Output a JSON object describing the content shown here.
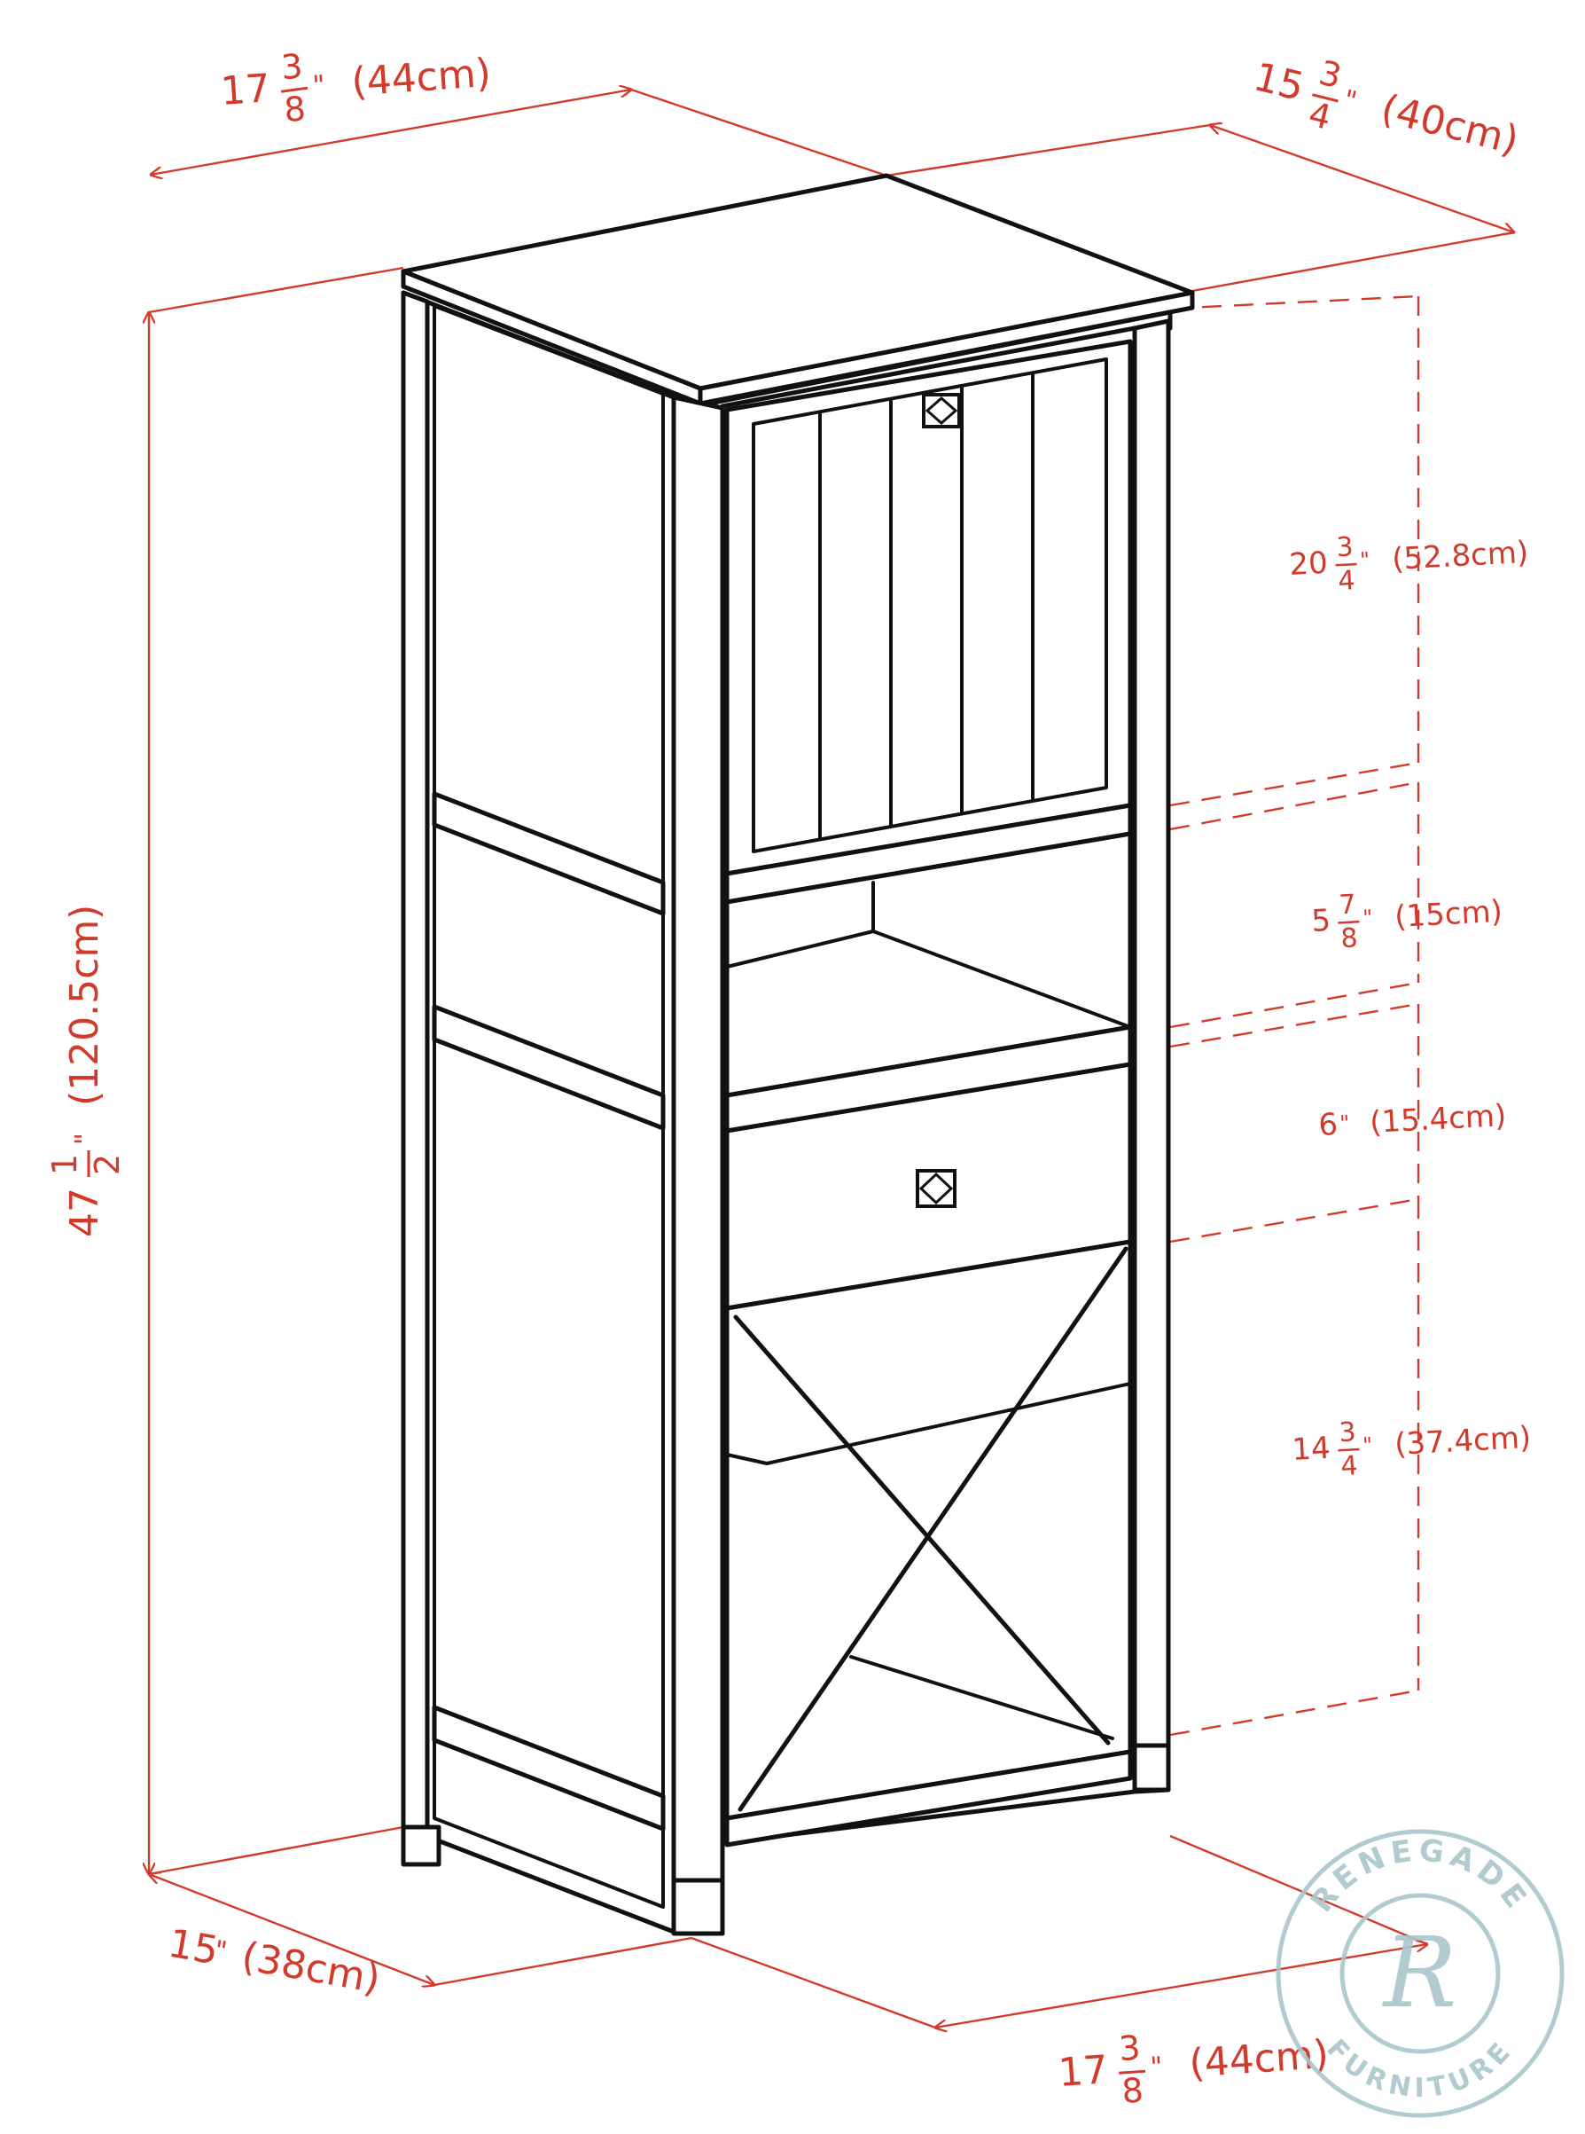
{
  "dimensions": {
    "top_width": {
      "whole": "17",
      "num": "3",
      "den": "8",
      "unit": "\"",
      "metric": "(44cm)"
    },
    "top_depth": {
      "whole": "15",
      "num": "3",
      "den": "4",
      "unit": "\"",
      "metric": "(40cm)"
    },
    "height": {
      "whole": "47",
      "num": "1",
      "den": "2",
      "unit": "\"",
      "metric": "(120.5cm)"
    },
    "section_1": {
      "whole": "20",
      "num": "3",
      "den": "4",
      "unit": "\"",
      "metric": "(52.8cm)"
    },
    "section_2": {
      "whole": "5",
      "num": "7",
      "den": "8",
      "unit": "\"",
      "metric": "(15cm)"
    },
    "section_3": {
      "whole": "6",
      "unit": "\"",
      "metric": "(15.4cm)"
    },
    "section_4": {
      "whole": "14",
      "num": "3",
      "den": "4",
      "unit": "\"",
      "metric": "(37.4cm)"
    },
    "base_depth": {
      "whole": "15",
      "unit": "\"",
      "metric": "(38cm)"
    },
    "base_width": {
      "whole": "17",
      "num": "3",
      "den": "8",
      "unit": "\"",
      "metric": "(44cm)"
    }
  },
  "watermark": {
    "top_text": "RENEGADE",
    "bottom_text": "FURNITURE",
    "monogram": "R"
  },
  "colors": {
    "dimension": "#d23a2c",
    "outline": "#111111",
    "watermark": "#a9c6cb"
  }
}
